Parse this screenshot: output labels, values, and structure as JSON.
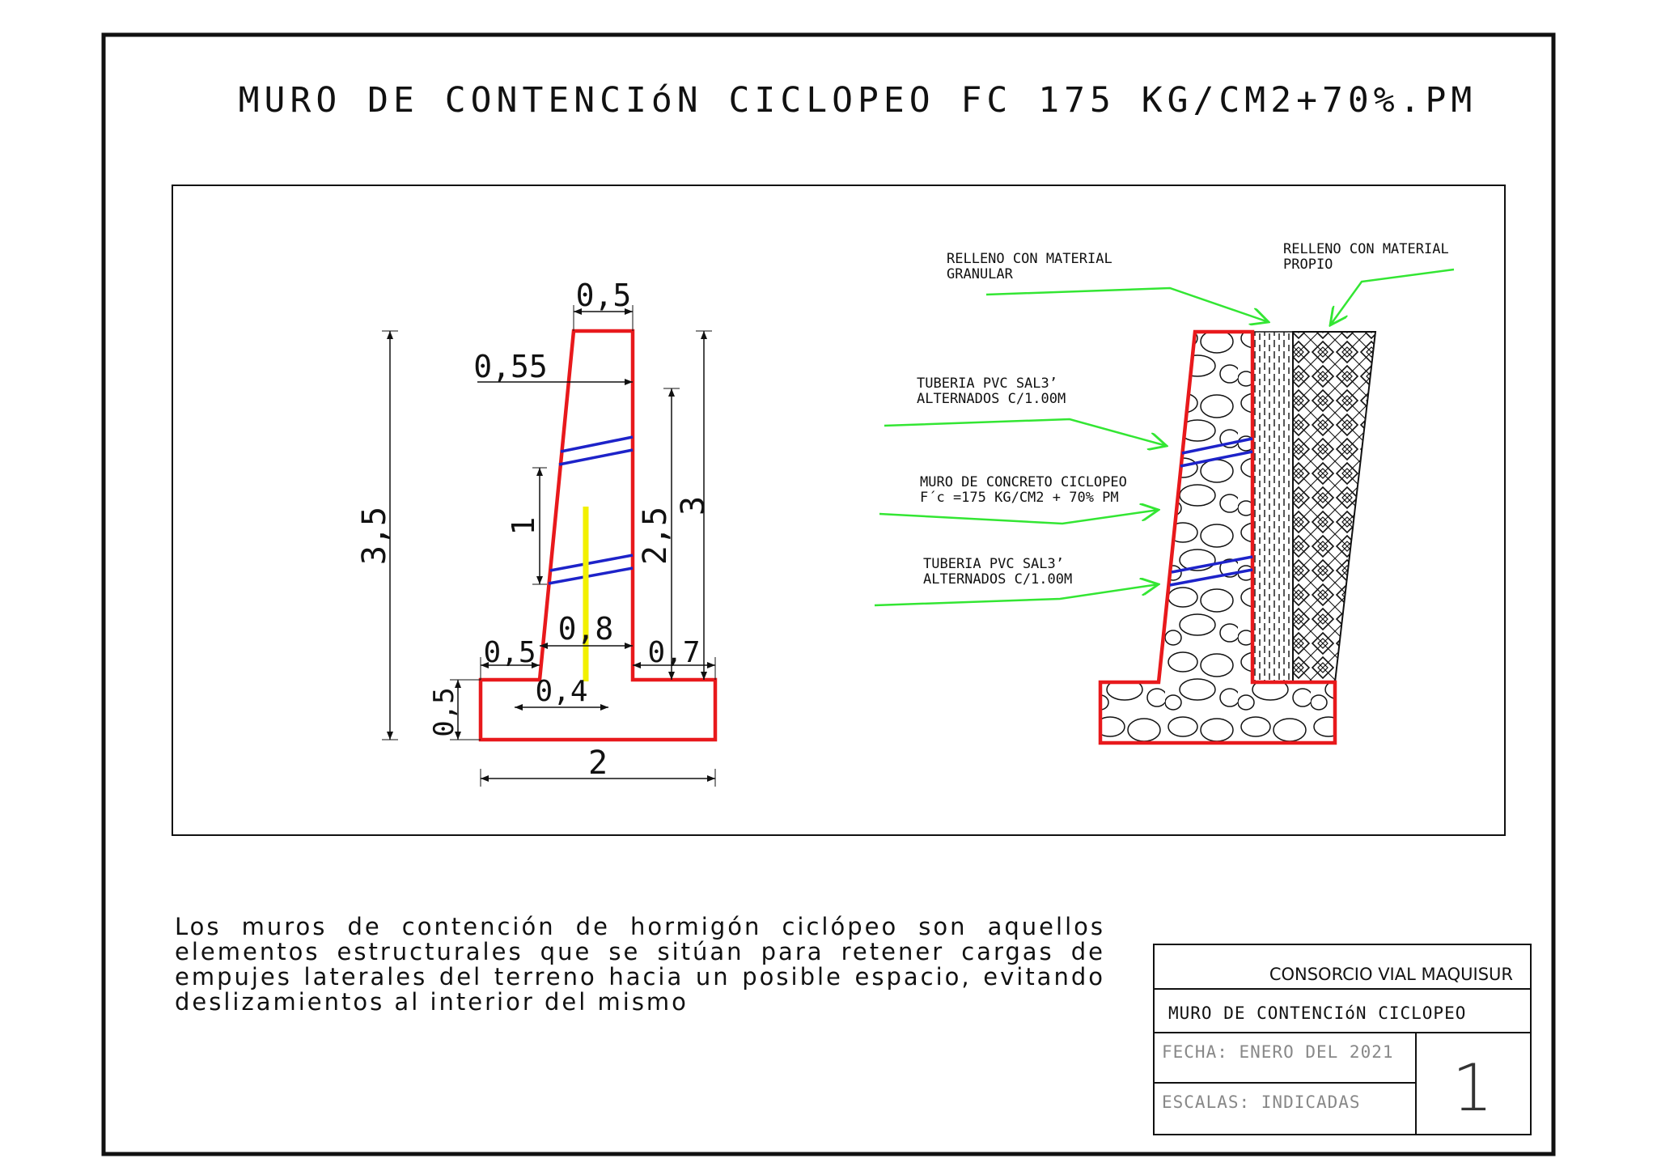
{
  "title": "MURO DE CONTENCIóN CICLOPEO FC 175 KG/CM2+70%.PM",
  "dimensions": {
    "top_width": "0,5",
    "face_offset": "0,55",
    "total_height": "3,5",
    "pipe_spacing": "1",
    "stem_height": "2,5",
    "wall_height": "3",
    "base_thickness_mid": "0,8",
    "toe_width": "0,5",
    "heel_width": "0,7",
    "stem_base": "0,4",
    "base_thickness": "0,5",
    "base_width": "2"
  },
  "labels": {
    "granular_1": "RELLENO CON MATERIAL",
    "granular_2": "GRANULAR",
    "propio_1": "RELLENO CON MATERIAL",
    "propio_2": "PROPIO",
    "pipe_top_1": "TUBERIA PVC SAL3’",
    "pipe_top_2": "ALTERNADOS C/1.00M",
    "wall_1": "MURO DE CONCRETO CICLOPEO",
    "wall_2": "F´c =175 KG/CM2 + 70% PM",
    "pipe_bottom_1": "TUBERIA PVC SAL3’",
    "pipe_bottom_2": "ALTERNADOS C/1.00M"
  },
  "description": "Los muros de contención de hormigón ciclópeo son aquellos elementos estructurales que se sitúan para retener cargas de empujes laterales del terreno hacia un posible espacio, evitando deslizamientos al interior del mismo",
  "title_block": {
    "company": "CONSORCIO VIAL MAQUISUR",
    "drawing": "MURO DE CONTENCIóN CICLOPEO",
    "date": "FECHA: ENERO DEL 2021",
    "scale": "ESCALAS: INDICADAS",
    "sheet_number": "1"
  },
  "colors": {
    "outline": "#e8191c",
    "pipes": "#1d23c9",
    "axis": "#f2f000",
    "leaders": "#33e633",
    "lines": "#111111"
  }
}
